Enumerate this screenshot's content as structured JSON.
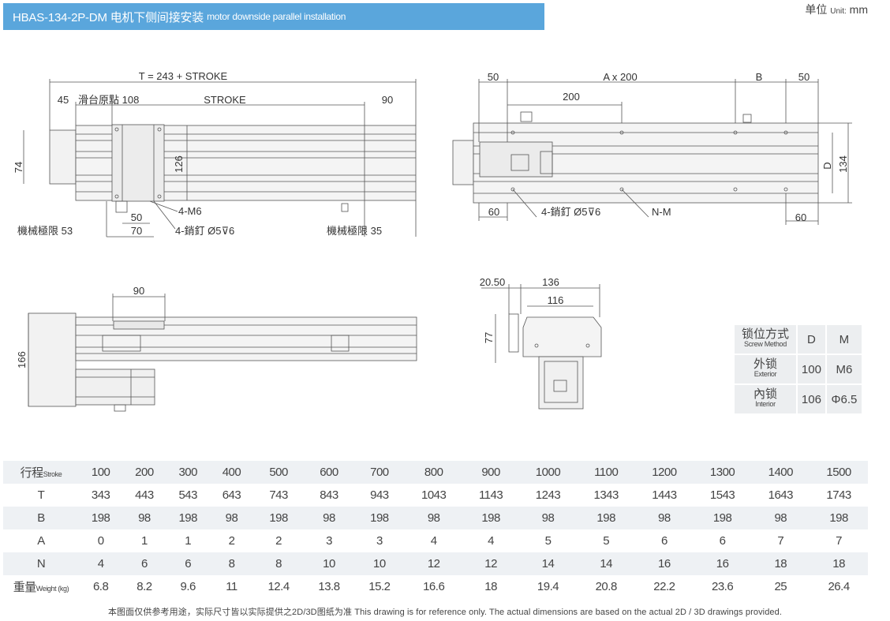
{
  "header": {
    "title_main": "HBAS-134-2P-DM 电机下侧间接安装",
    "title_sub": "motor downside parallel installation",
    "unit_label": "单位",
    "unit_en": "Unit:",
    "unit_value": "mm"
  },
  "drawing": {
    "top_view": {
      "total_dim": "T = 243 + STROKE",
      "dim_45": "45",
      "origin_label": "滑台原點 108",
      "stroke_label": "STROKE",
      "dim_90": "90",
      "dim_74": "74",
      "dim_126": "126",
      "thread_label": "4-M6",
      "dim_50": "50",
      "dim_70": "70",
      "pin_label": "4-銷釘 Ø5⊽6",
      "mech_limit_left": "機械極限 53",
      "mech_limit_right": "機械極限 35"
    },
    "right_view": {
      "dim_50_left": "50",
      "dim_a": "A x 200",
      "dim_b": "B",
      "dim_50_right": "50",
      "dim_200": "200",
      "dim_d": "D",
      "dim_134": "134",
      "dim_60_left": "60",
      "pin_label": "4-銷釘 Ø5⊽6",
      "nm_label": "N-M",
      "dim_60_right": "60"
    },
    "bottom_view": {
      "dim_90": "90",
      "dim_166": "166"
    },
    "end_view": {
      "dim_2050": "20.50",
      "dim_136": "136",
      "dim_116": "116",
      "dim_77": "77"
    }
  },
  "screw_table": {
    "header": {
      "cn": "锁位方式",
      "en": "Screw Method",
      "d": "D",
      "m": "M"
    },
    "rows": [
      {
        "cn": "外锁",
        "en": "Exterior",
        "d": "100",
        "m": "M6"
      },
      {
        "cn": "內锁",
        "en": "Interior",
        "d": "106",
        "m": "Φ6.5"
      }
    ]
  },
  "spec_table": {
    "rows": [
      {
        "label": "行程",
        "label_en": "Stroke",
        "values": [
          "100",
          "200",
          "300",
          "400",
          "500",
          "600",
          "700",
          "800",
          "900",
          "1000",
          "1100",
          "1200",
          "1300",
          "1400",
          "1500"
        ]
      },
      {
        "label": "T",
        "label_en": "",
        "values": [
          "343",
          "443",
          "543",
          "643",
          "743",
          "843",
          "943",
          "1043",
          "1143",
          "1243",
          "1343",
          "1443",
          "1543",
          "1643",
          "1743"
        ]
      },
      {
        "label": "B",
        "label_en": "",
        "values": [
          "198",
          "98",
          "198",
          "98",
          "198",
          "98",
          "198",
          "98",
          "198",
          "98",
          "198",
          "98",
          "198",
          "98",
          "198"
        ]
      },
      {
        "label": "A",
        "label_en": "",
        "values": [
          "0",
          "1",
          "1",
          "2",
          "2",
          "3",
          "3",
          "4",
          "4",
          "5",
          "5",
          "6",
          "6",
          "7",
          "7"
        ]
      },
      {
        "label": "N",
        "label_en": "",
        "values": [
          "4",
          "6",
          "6",
          "8",
          "8",
          "10",
          "10",
          "12",
          "12",
          "14",
          "14",
          "16",
          "16",
          "18",
          "18"
        ]
      },
      {
        "label": "重量",
        "label_en": "Weight (kg)",
        "values": [
          "6.8",
          "8.2",
          "9.6",
          "11",
          "12.4",
          "13.8",
          "15.2",
          "16.6",
          "18",
          "19.4",
          "20.8",
          "22.2",
          "23.6",
          "25",
          "26.4"
        ]
      }
    ]
  },
  "footnote": "本图面仅供参考用途，实际尺寸皆以实际提供之2D/3D图纸为准 This drawing is for reference only. The actual dimensions are based on the actual 2D / 3D drawings provided."
}
